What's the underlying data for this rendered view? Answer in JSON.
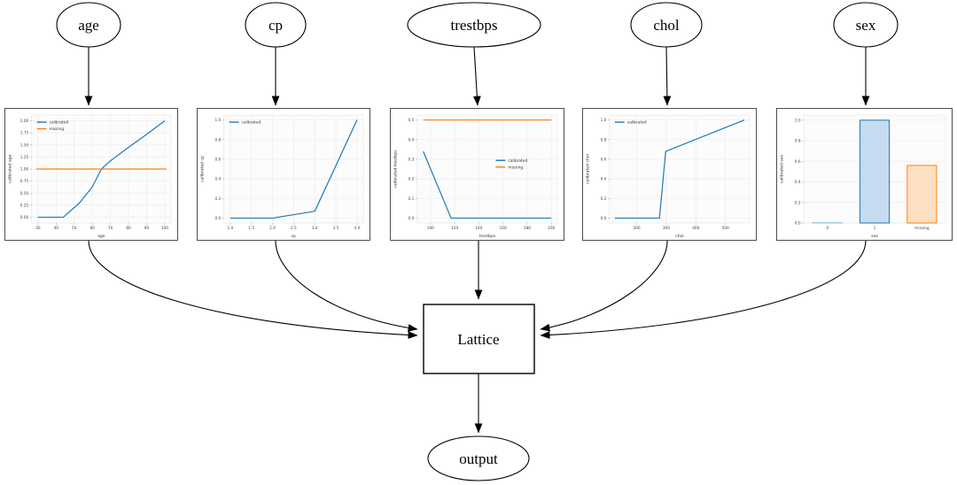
{
  "diagram": {
    "nodes": [
      {
        "id": "age",
        "label": "age"
      },
      {
        "id": "cp",
        "label": "cp"
      },
      {
        "id": "trestbps",
        "label": "trestbps"
      },
      {
        "id": "chol",
        "label": "chol"
      },
      {
        "id": "sex",
        "label": "sex"
      },
      {
        "id": "lattice",
        "label": "Lattice"
      },
      {
        "id": "output",
        "label": "output"
      }
    ],
    "edges": [
      {
        "from": "age",
        "to": "calibrator-age"
      },
      {
        "from": "cp",
        "to": "calibrator-cp"
      },
      {
        "from": "trestbps",
        "to": "calibrator-trestbps"
      },
      {
        "from": "chol",
        "to": "calibrator-chol"
      },
      {
        "from": "sex",
        "to": "calibrator-sex"
      },
      {
        "from": "calibrator-age",
        "to": "lattice"
      },
      {
        "from": "calibrator-cp",
        "to": "lattice"
      },
      {
        "from": "calibrator-trestbps",
        "to": "lattice"
      },
      {
        "from": "calibrator-chol",
        "to": "lattice"
      },
      {
        "from": "calibrator-sex",
        "to": "lattice"
      },
      {
        "from": "lattice",
        "to": "output"
      }
    ],
    "colors": {
      "calibrated": "#1f77b4",
      "missing": "#ff7f0e",
      "edge": "#000000"
    }
  },
  "chart_data": [
    {
      "id": "age",
      "type": "line",
      "xlabel": "age",
      "ylabel": "calibrated age",
      "xlim": [
        26.5,
        103.5
      ],
      "ylim": [
        -0.12,
        2.12
      ],
      "xticks": [
        30,
        40,
        50,
        60,
        70,
        80,
        90,
        100
      ],
      "xtick_labels": [
        "30",
        "40",
        "50",
        "60",
        "70",
        "80",
        "90",
        "100"
      ],
      "yticks": [
        0,
        0.25,
        0.5,
        0.75,
        1,
        1.25,
        1.5,
        1.75,
        2
      ],
      "ytick_labels": [
        "0.00",
        "0.25",
        "0.50",
        "0.75",
        "1.00",
        "1.25",
        "1.50",
        "1.75",
        "2.00"
      ],
      "grid": true,
      "series": [
        {
          "name": "calibrated",
          "color": "#1f77b4",
          "points": [
            [
              30,
              0
            ],
            [
              44,
              0
            ],
            [
              53,
              0.3
            ],
            [
              60,
              0.63
            ],
            [
              65,
              1.0
            ],
            [
              70,
              1.17
            ],
            [
              80,
              1.45
            ],
            [
              90,
              1.72
            ],
            [
              100,
              2.0
            ]
          ]
        },
        {
          "name": "missing",
          "color": "#ff7f0e",
          "points": [
            [
              29,
              1
            ],
            [
              101,
              1
            ]
          ]
        }
      ],
      "legend": {
        "position": "top-left",
        "entries": [
          {
            "label": "calibrated",
            "color": "#1f77b4"
          },
          {
            "label": "missing",
            "color": "#ff7f0e"
          }
        ]
      }
    },
    {
      "id": "cp",
      "type": "line",
      "xlabel": "cp",
      "ylabel": "calibrated cp",
      "xlim": [
        0.85,
        4.15
      ],
      "ylim": [
        -0.05,
        1.05
      ],
      "xticks": [
        1,
        1.5,
        2,
        2.5,
        3,
        3.5,
        4
      ],
      "xtick_labels": [
        "1.0",
        "1.5",
        "2.0",
        "2.5",
        "3.0",
        "3.5",
        "4.0"
      ],
      "yticks": [
        0,
        0.2,
        0.4,
        0.6,
        0.8,
        1
      ],
      "ytick_labels": [
        "0.0",
        "0.2",
        "0.4",
        "0.6",
        "0.8",
        "1.0"
      ],
      "grid": true,
      "series": [
        {
          "name": "calibrated",
          "color": "#1f77b4",
          "points": [
            [
              1,
              0
            ],
            [
              2,
              0
            ],
            [
              3,
              0.07
            ],
            [
              4,
              1.0
            ]
          ]
        }
      ],
      "legend": {
        "position": "top-left",
        "entries": [
          {
            "label": "calibrated",
            "color": "#1f77b4"
          }
        ]
      }
    },
    {
      "id": "trestbps",
      "type": "line",
      "xlabel": "trestbps",
      "ylabel": "calibrated trestbps",
      "xlim": [
        89,
        205
      ],
      "ylim": [
        -0.025,
        0.525
      ],
      "xticks": [
        100,
        120,
        140,
        160,
        180,
        200
      ],
      "xtick_labels": [
        "100",
        "120",
        "140",
        "160",
        "180",
        "200"
      ],
      "yticks": [
        0,
        0.1,
        0.2,
        0.3,
        0.4,
        0.5
      ],
      "ytick_labels": [
        "0.0",
        "0.1",
        "0.2",
        "0.3",
        "0.4",
        "0.5"
      ],
      "grid": true,
      "series": [
        {
          "name": "calibrated",
          "color": "#1f77b4",
          "points": [
            [
              94,
              0.34
            ],
            [
              117,
              0
            ],
            [
              200,
              0
            ]
          ]
        },
        {
          "name": "missing",
          "color": "#ff7f0e",
          "points": [
            [
              94,
              0.5
            ],
            [
              200,
              0.5
            ]
          ]
        }
      ],
      "legend": {
        "position": "mid-right",
        "entries": [
          {
            "label": "calibrated",
            "color": "#1f77b4"
          },
          {
            "label": "missing",
            "color": "#ff7f0e"
          }
        ]
      }
    },
    {
      "id": "chol",
      "type": "line",
      "xlabel": "chol",
      "ylabel": "calibrated chol",
      "xlim": [
        108,
        582
      ],
      "ylim": [
        -0.05,
        1.05
      ],
      "xticks": [
        200,
        300,
        400,
        500
      ],
      "xtick_labels": [
        "200",
        "300",
        "400",
        "500"
      ],
      "yticks": [
        0,
        0.2,
        0.4,
        0.6,
        0.8,
        1
      ],
      "ytick_labels": [
        "0.0",
        "0.2",
        "0.4",
        "0.6",
        "0.8",
        "1.0"
      ],
      "grid": true,
      "series": [
        {
          "name": "calibrated",
          "color": "#1f77b4",
          "points": [
            [
              126,
              0
            ],
            [
              277,
              0
            ],
            [
              298,
              0.68
            ],
            [
              564,
              1.0
            ]
          ]
        }
      ],
      "legend": {
        "position": "top-left",
        "entries": [
          {
            "label": "calibrated",
            "color": "#1f77b4"
          }
        ]
      }
    },
    {
      "id": "sex",
      "type": "bar",
      "xlabel": "sex",
      "ylabel": "calibrated sex",
      "ylim": [
        0,
        1.05
      ],
      "categories": [
        "0",
        "1",
        "missing"
      ],
      "values": [
        0.005,
        1.0,
        0.56
      ],
      "bar_fill": [
        "#cfe1f2",
        "#c6dbef",
        "#fde0c2"
      ],
      "bar_stroke": [
        "#9ecae1",
        "#1f77b4",
        "#ff7f0e"
      ],
      "yticks": [
        0,
        0.2,
        0.4,
        0.6,
        0.8,
        1
      ],
      "ytick_labels": [
        "0.0",
        "0.2",
        "0.4",
        "0.6",
        "0.8",
        "1.0"
      ],
      "grid": true
    }
  ]
}
